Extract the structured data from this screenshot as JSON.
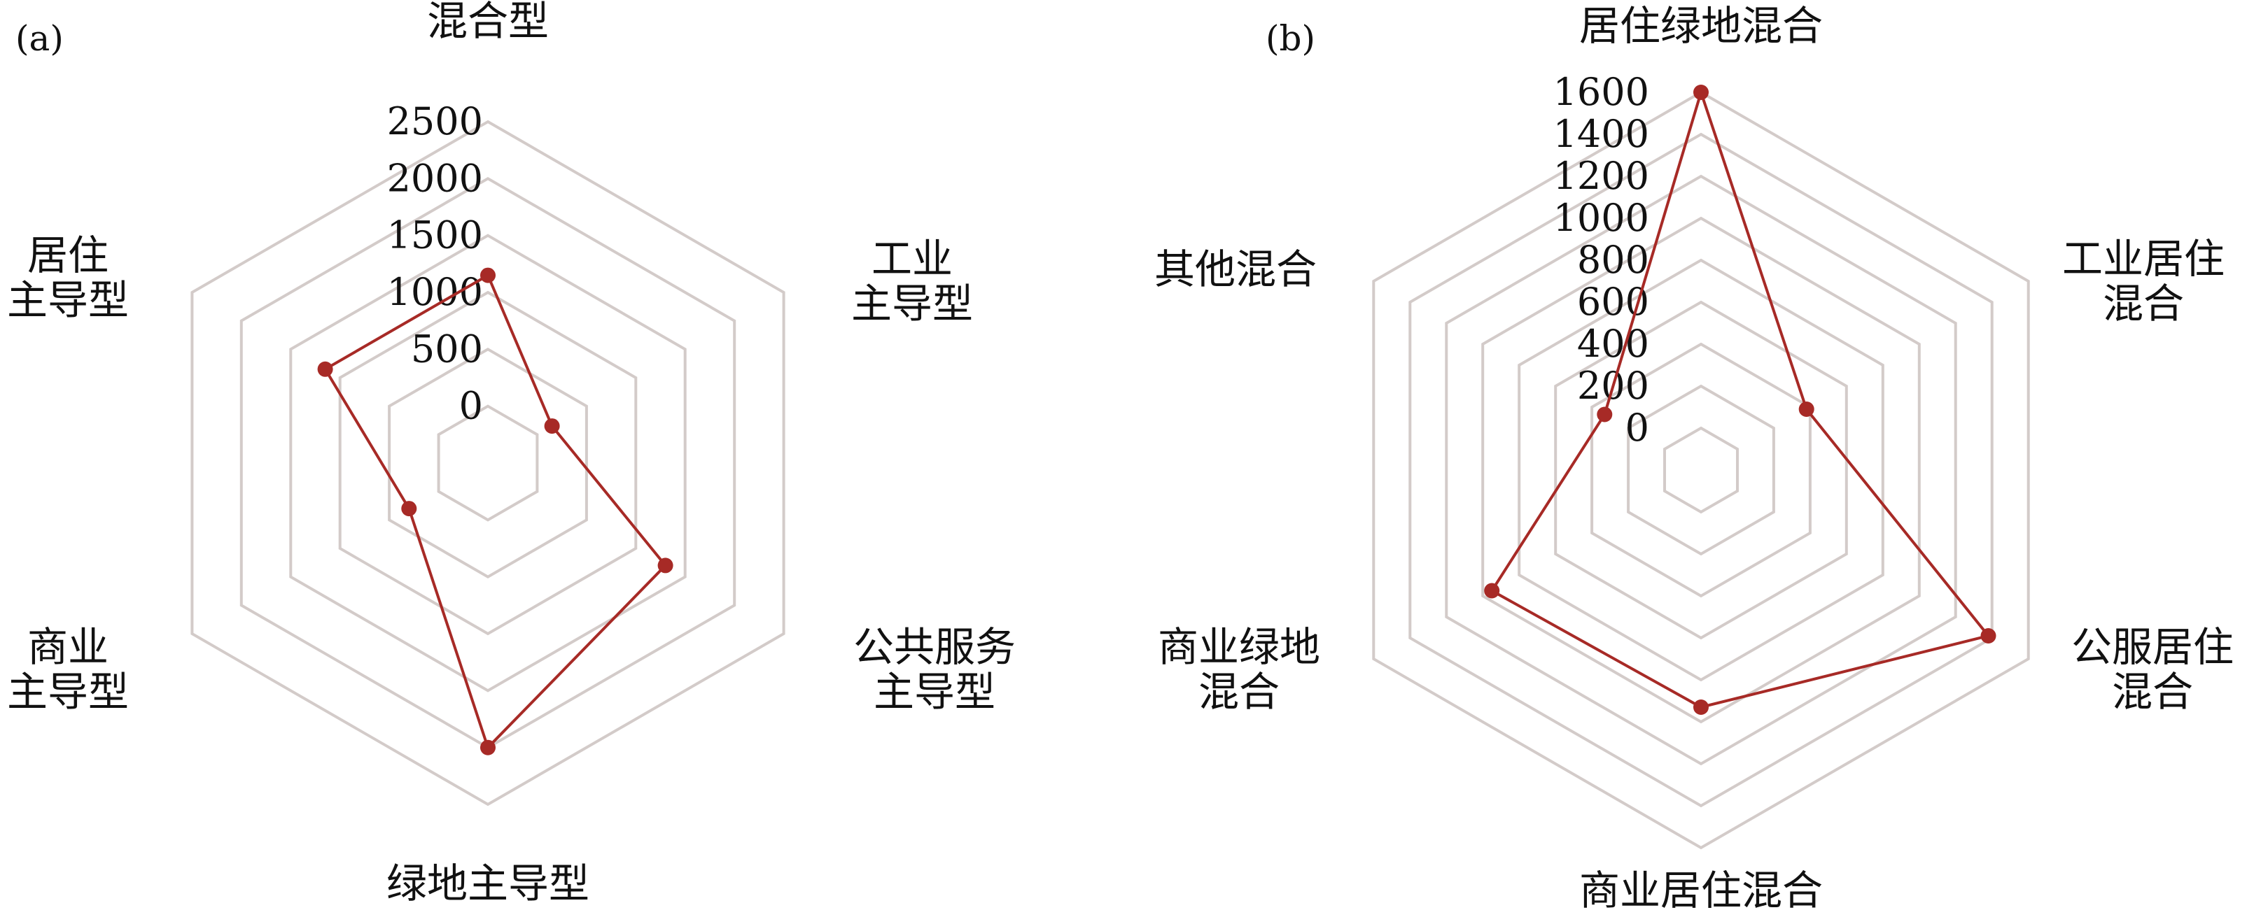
{
  "colors": {
    "grid": "#d3cbc9",
    "series": "#a72a26",
    "text": "#111111"
  },
  "chart_data": [
    {
      "type": "radar",
      "panel_label": "(a)",
      "axes": [
        [
          "混合型"
        ],
        [
          "工业",
          "主导型"
        ],
        [
          "公共服务",
          "主导型"
        ],
        [
          "绿地主导型"
        ],
        [
          "商业",
          "主导型"
        ],
        [
          "居住",
          "主导型"
        ]
      ],
      "ticks": [
        "0",
        "500",
        "1000",
        "1500",
        "2000",
        "2500"
      ],
      "rmin": -500,
      "rmax": 2500,
      "grid_levels": [
        0,
        500,
        1000,
        1500,
        2000,
        2500
      ],
      "values": [
        1150,
        150,
        1300,
        2000,
        300,
        1150
      ],
      "grid": true,
      "legend": "none"
    },
    {
      "type": "radar",
      "panel_label": "(b)",
      "axes": [
        [
          "居住绿地混合"
        ],
        [
          "工业居住",
          "混合"
        ],
        [
          "公服居住",
          "混合"
        ],
        [
          "商业居住混合"
        ],
        [
          "商业绿地",
          "混合"
        ],
        [
          "其他混合"
        ]
      ],
      "ticks": [
        "0",
        "200",
        "400",
        "600",
        "800",
        "1000",
        "1200",
        "1400",
        "1600"
      ],
      "rmin": -200,
      "rmax": 1600,
      "grid_levels": [
        0,
        200,
        400,
        600,
        800,
        1000,
        1200,
        1400,
        1600
      ],
      "values": [
        1600,
        380,
        1380,
        930,
        950,
        330
      ],
      "grid": true,
      "legend": "none"
    }
  ]
}
